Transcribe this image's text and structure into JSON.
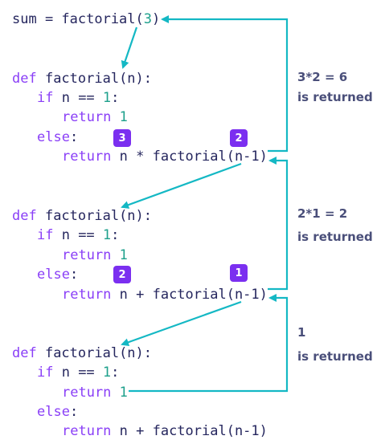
{
  "code": {
    "call": {
      "prefix": "sum = factorial(",
      "arg": "3",
      "suffix": ")"
    },
    "blocks": [
      {
        "def_kw": "def",
        "def_rest": " factorial(n):",
        "if_kw": "if",
        "if_mid": " n == ",
        "if_num": "1",
        "if_end": ":",
        "return_kw": "return",
        "return_num": "1",
        "else_kw": "else",
        "else_end": ":",
        "return2_kw": "return",
        "return2_rest": " n * factorial(n-1)"
      },
      {
        "def_kw": "def",
        "def_rest": " factorial(n):",
        "if_kw": "if",
        "if_mid": " n == ",
        "if_num": "1",
        "if_end": ":",
        "return_kw": "return",
        "return_num": "1",
        "else_kw": "else",
        "else_end": ":",
        "return2_kw": "return",
        "return2_rest": " n + factorial(n-1)"
      },
      {
        "def_kw": "def",
        "def_rest": " factorial(n):",
        "if_kw": "if",
        "if_mid": " n == ",
        "if_num": "1",
        "if_end": ":",
        "return_kw": "return",
        "return_num": "1",
        "else_kw": "else",
        "else_end": ":",
        "return2_kw": "return",
        "return2_rest": " n + factorial(n-1)"
      }
    ]
  },
  "badges": [
    {
      "value": "3"
    },
    {
      "value": "2"
    },
    {
      "value": "2"
    },
    {
      "value": "1"
    }
  ],
  "annotations": [
    {
      "line1": "3*2 = 6",
      "line2": "is returned"
    },
    {
      "line1": "2*1 = 2",
      "line2": "is returned"
    },
    {
      "line1": "1",
      "line2": "is returned"
    }
  ],
  "colors": {
    "arrow": "#14b8c4",
    "badge": "#7b2ff0",
    "keyword": "#8a3ff7",
    "number": "#1ea08c",
    "text": "#25265e"
  }
}
